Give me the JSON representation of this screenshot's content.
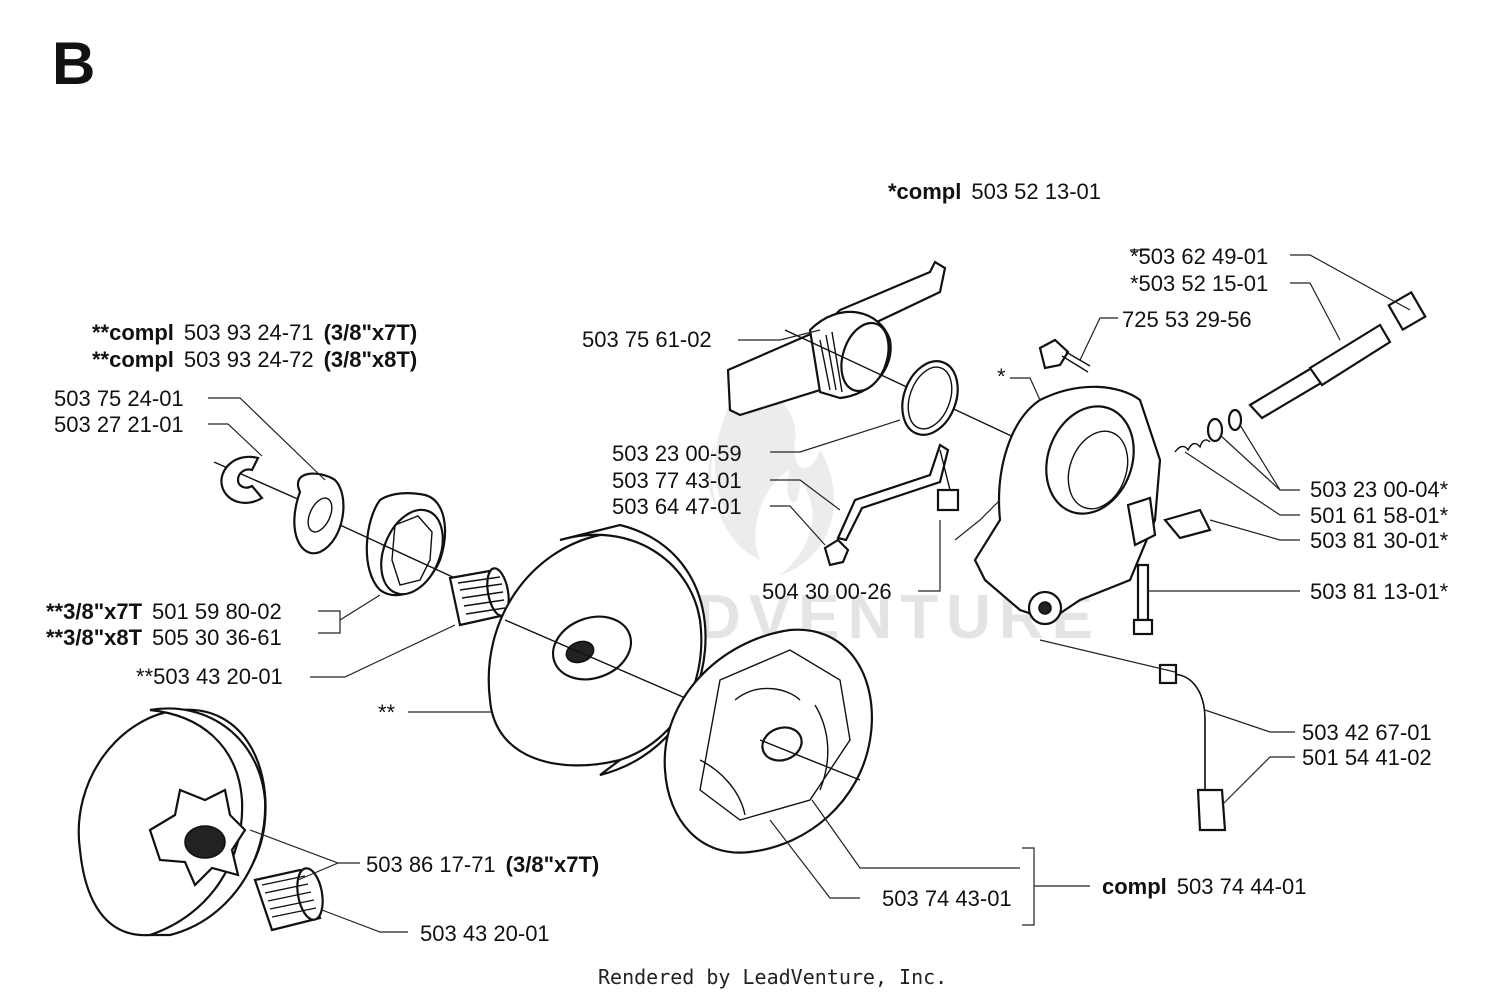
{
  "section_letter": "B",
  "watermark": "LEADVENTURE",
  "credit": "Rendered by LeadVenture, Inc.",
  "callouts": {
    "pump_kit": {
      "prefix": "*compl",
      "number": "503 52 13-01"
    },
    "sprocket_kit_7t": {
      "prefix": "**compl",
      "number": "503 93 24-71",
      "suffix": "(3/8\"x7T)"
    },
    "sprocket_kit_8t": {
      "prefix": "**compl",
      "number": "503 93 24-72",
      "suffix": "(3/8\"x8T)"
    },
    "washer": "503 75 24-01",
    "lock_washer": "503 27 21-01",
    "rim_7t": {
      "prefix": "**3/8\"x7T",
      "number": "501 59 80-02"
    },
    "rim_8t": {
      "prefix": "**3/8\"x8T",
      "number": "505 30 36-61"
    },
    "needle_bearing_kit": "**503 43 20-01",
    "drum_marker": "**",
    "drum_sprocket": {
      "number": "503 86 17-71",
      "suffix": "(3/8\"x7T)"
    },
    "needle_bearing": "503 43 20-01",
    "worm_drive": "503 75 61-02",
    "spring_ring": "503 23 00-59",
    "oil_pipe": "503 77 43-01",
    "nipple": "503 64 47-01",
    "hose_clamp": "504 30 00-26",
    "pump_marker": "*",
    "shaft_cap": "*503 62 49-01",
    "pump_shaft": "*503 52 15-01",
    "screw": "725 53 29-56",
    "o_ring": "503 23 00-04*",
    "spring": "501 61 58-01*",
    "plunger": "503 81 30-01*",
    "adjuster_screw": "503 81 13-01*",
    "suction_hose": "503 42 67-01",
    "oil_filter": "501 54 41-02",
    "clutch_shoe": "503 74 43-01",
    "clutch_kit": {
      "prefix": "compl",
      "number": "503 74 44-01"
    }
  }
}
